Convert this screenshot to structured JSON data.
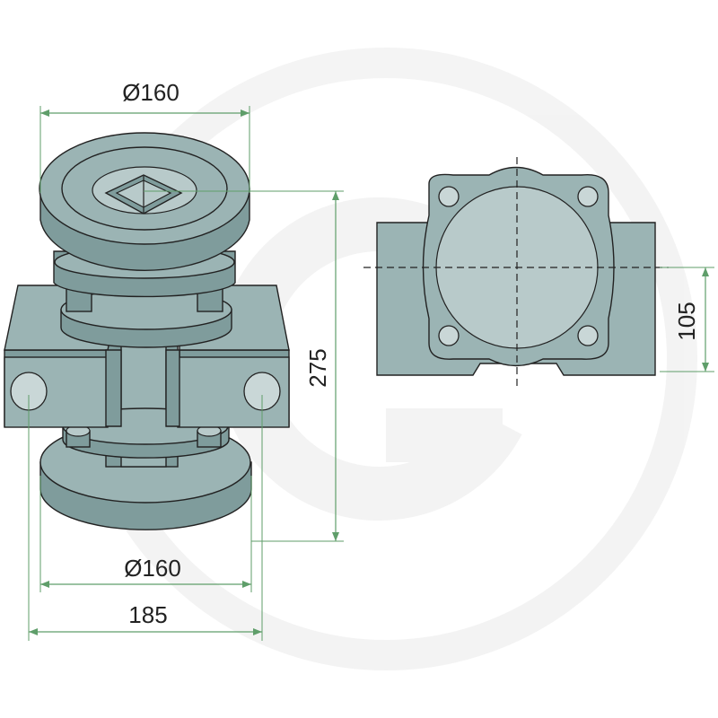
{
  "drawing": {
    "dimensions": {
      "top_diameter": "Ø160",
      "bottom_diameter": "Ø160",
      "overall_width": "185",
      "overall_height": "275",
      "bore_offset": "105"
    },
    "colors": {
      "part_fill": "#9bb4b4",
      "part_shadow": "#7f9c9c",
      "dimension_line": "#5f9e6a",
      "watermark": "#f1f1f1"
    },
    "watermark": "G"
  }
}
